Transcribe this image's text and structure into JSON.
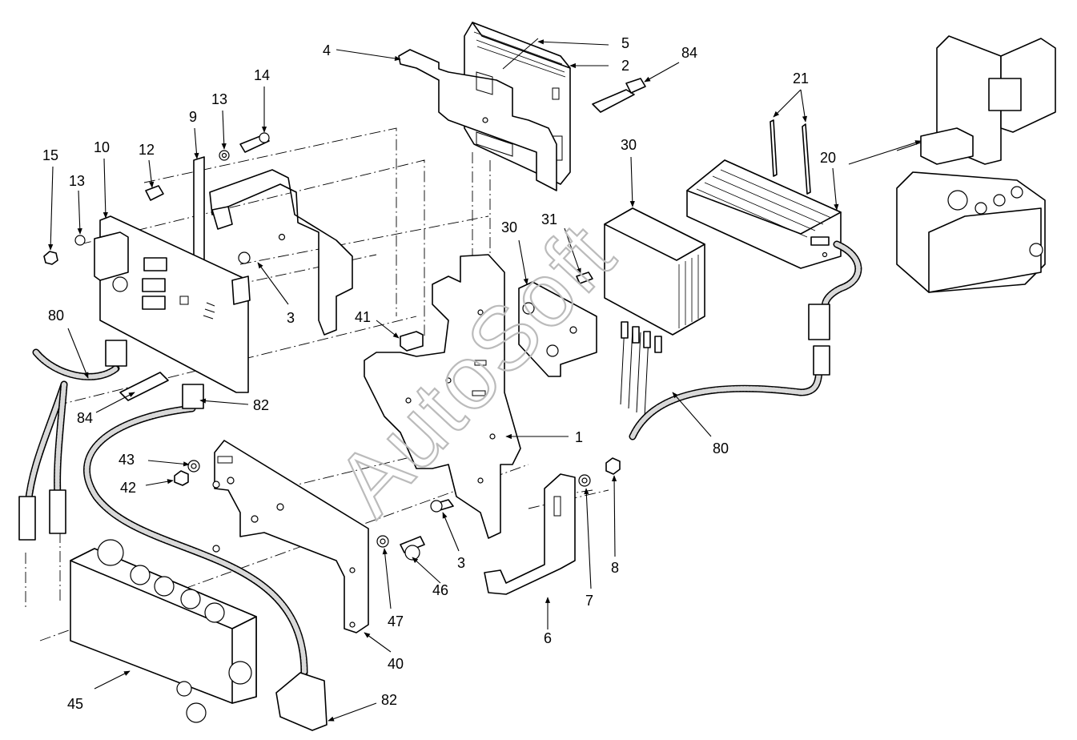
{
  "watermark": "AutoSoft",
  "callouts": [
    {
      "id": "c4",
      "label": "4"
    },
    {
      "id": "c5",
      "label": "5"
    },
    {
      "id": "c2",
      "label": "2"
    },
    {
      "id": "c84a",
      "label": "84"
    },
    {
      "id": "c21",
      "label": "21"
    },
    {
      "id": "c14",
      "label": "14"
    },
    {
      "id": "c13a",
      "label": "13"
    },
    {
      "id": "c9",
      "label": "9"
    },
    {
      "id": "c10",
      "label": "10"
    },
    {
      "id": "c12",
      "label": "12"
    },
    {
      "id": "c15",
      "label": "15"
    },
    {
      "id": "c13b",
      "label": "13"
    },
    {
      "id": "c30a",
      "label": "30"
    },
    {
      "id": "c20",
      "label": "20"
    },
    {
      "id": "c31",
      "label": "31"
    },
    {
      "id": "c30b",
      "label": "30"
    },
    {
      "id": "c3a",
      "label": "3"
    },
    {
      "id": "c41",
      "label": "41"
    },
    {
      "id": "c80a",
      "label": "80"
    },
    {
      "id": "c82a",
      "label": "82"
    },
    {
      "id": "c84b",
      "label": "84"
    },
    {
      "id": "c1",
      "label": "1"
    },
    {
      "id": "c80b",
      "label": "80"
    },
    {
      "id": "c43",
      "label": "43"
    },
    {
      "id": "c42",
      "label": "42"
    },
    {
      "id": "c3b",
      "label": "3"
    },
    {
      "id": "c46",
      "label": "46"
    },
    {
      "id": "c7",
      "label": "7"
    },
    {
      "id": "c8",
      "label": "8"
    },
    {
      "id": "c47",
      "label": "47"
    },
    {
      "id": "c6",
      "label": "6"
    },
    {
      "id": "c40",
      "label": "40"
    },
    {
      "id": "c45",
      "label": "45"
    },
    {
      "id": "c82b",
      "label": "82"
    }
  ]
}
